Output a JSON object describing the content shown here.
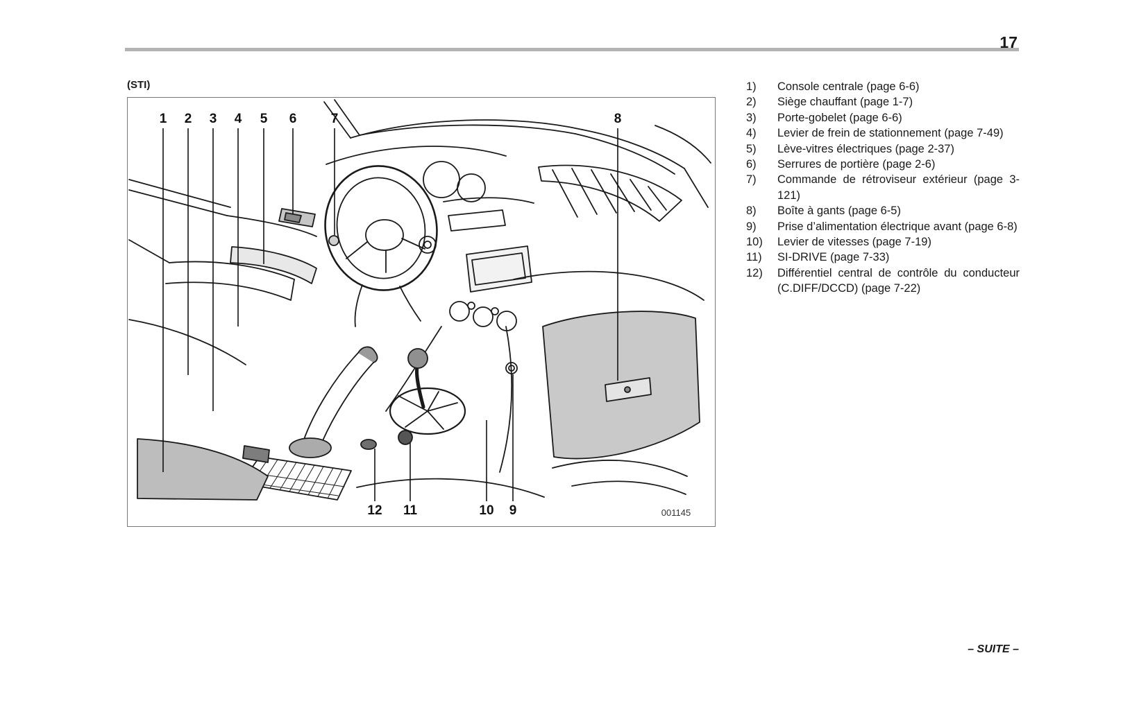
{
  "page": {
    "number": "17",
    "footer": "– SUITE –"
  },
  "figure": {
    "label": "(STI)",
    "image_code": "001145",
    "top_callouts": [
      "1",
      "2",
      "3",
      "4",
      "5",
      "6",
      "7",
      "8"
    ],
    "bottom_callouts": [
      "12",
      "11",
      "10",
      "9"
    ]
  },
  "legend": {
    "items": [
      {
        "num": "1)",
        "text": "Console centrale (page 6-6)"
      },
      {
        "num": "2)",
        "text": "Siège chauffant (page 1-7)"
      },
      {
        "num": "3)",
        "text": "Porte-gobelet (page 6-6)"
      },
      {
        "num": "4)",
        "text": "Levier de frein de stationnement (page 7-49)"
      },
      {
        "num": "5)",
        "text": "Lève-vitres électriques (page 2-37)"
      },
      {
        "num": "6)",
        "text": "Serrures de portière (page 2-6)"
      },
      {
        "num": "7)",
        "text": "Commande de rétroviseur extérieur (page 3-121)"
      },
      {
        "num": "8)",
        "text": "Boîte à gants (page 6-5)"
      },
      {
        "num": "9)",
        "text": "Prise d’alimentation électrique avant (page 6-8)"
      },
      {
        "num": "10)",
        "text": "Levier de vitesses (page 7-19)"
      },
      {
        "num": "11)",
        "text": "SI-DRIVE (page 7-33)"
      },
      {
        "num": "12)",
        "text": "Différentiel central de contrôle du conducteur (C.DIFF/DCCD) (page 7-22)"
      }
    ]
  },
  "colors": {
    "rule": "#b3b3b3",
    "line_art": "#1a1a1a",
    "panel_gray": "#c9c9c9"
  }
}
